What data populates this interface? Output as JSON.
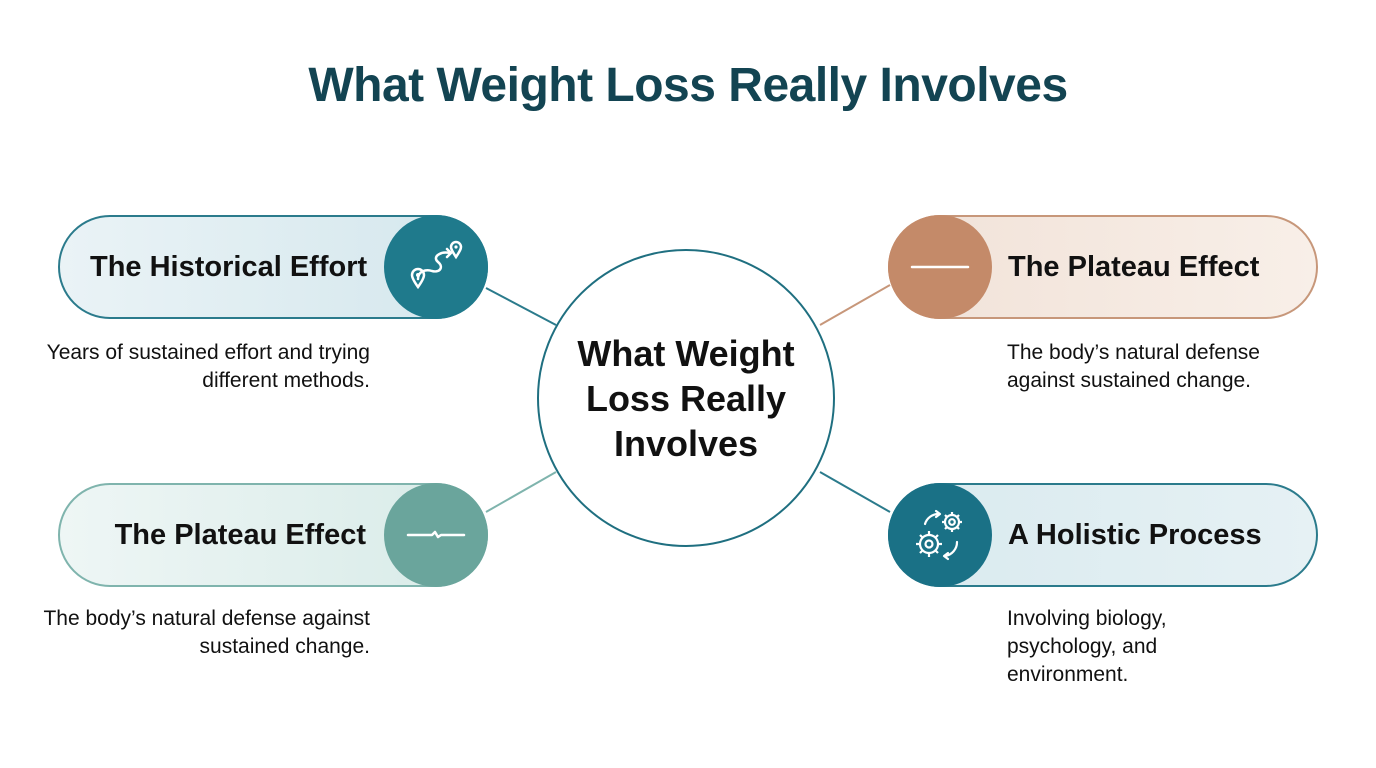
{
  "title": "What Weight Loss Really Involves",
  "hub": {
    "label": "What Weight Loss Really Involves"
  },
  "nodes": {
    "historical": {
      "title": "The Historical Effort",
      "description": "Years of sustained effort and trying different methods.",
      "icon": "route-map-pin-icon",
      "color": "#1f7a8c"
    },
    "plateau_left": {
      "title": "The Plateau Effect",
      "description": "The body’s natural defense against sustained change.",
      "icon": "flat-line-icon",
      "color": "#6aa59c"
    },
    "plateau_right": {
      "title": "The Plateau Effect",
      "description": "The body’s natural defense against sustained change.",
      "icon": "flat-line-icon",
      "color": "#c48a69"
    },
    "holistic": {
      "title": "A Holistic Process",
      "description": "Involving biology, psychology, and environment.",
      "icon": "gears-cycle-icon",
      "color": "#1a7186"
    }
  }
}
